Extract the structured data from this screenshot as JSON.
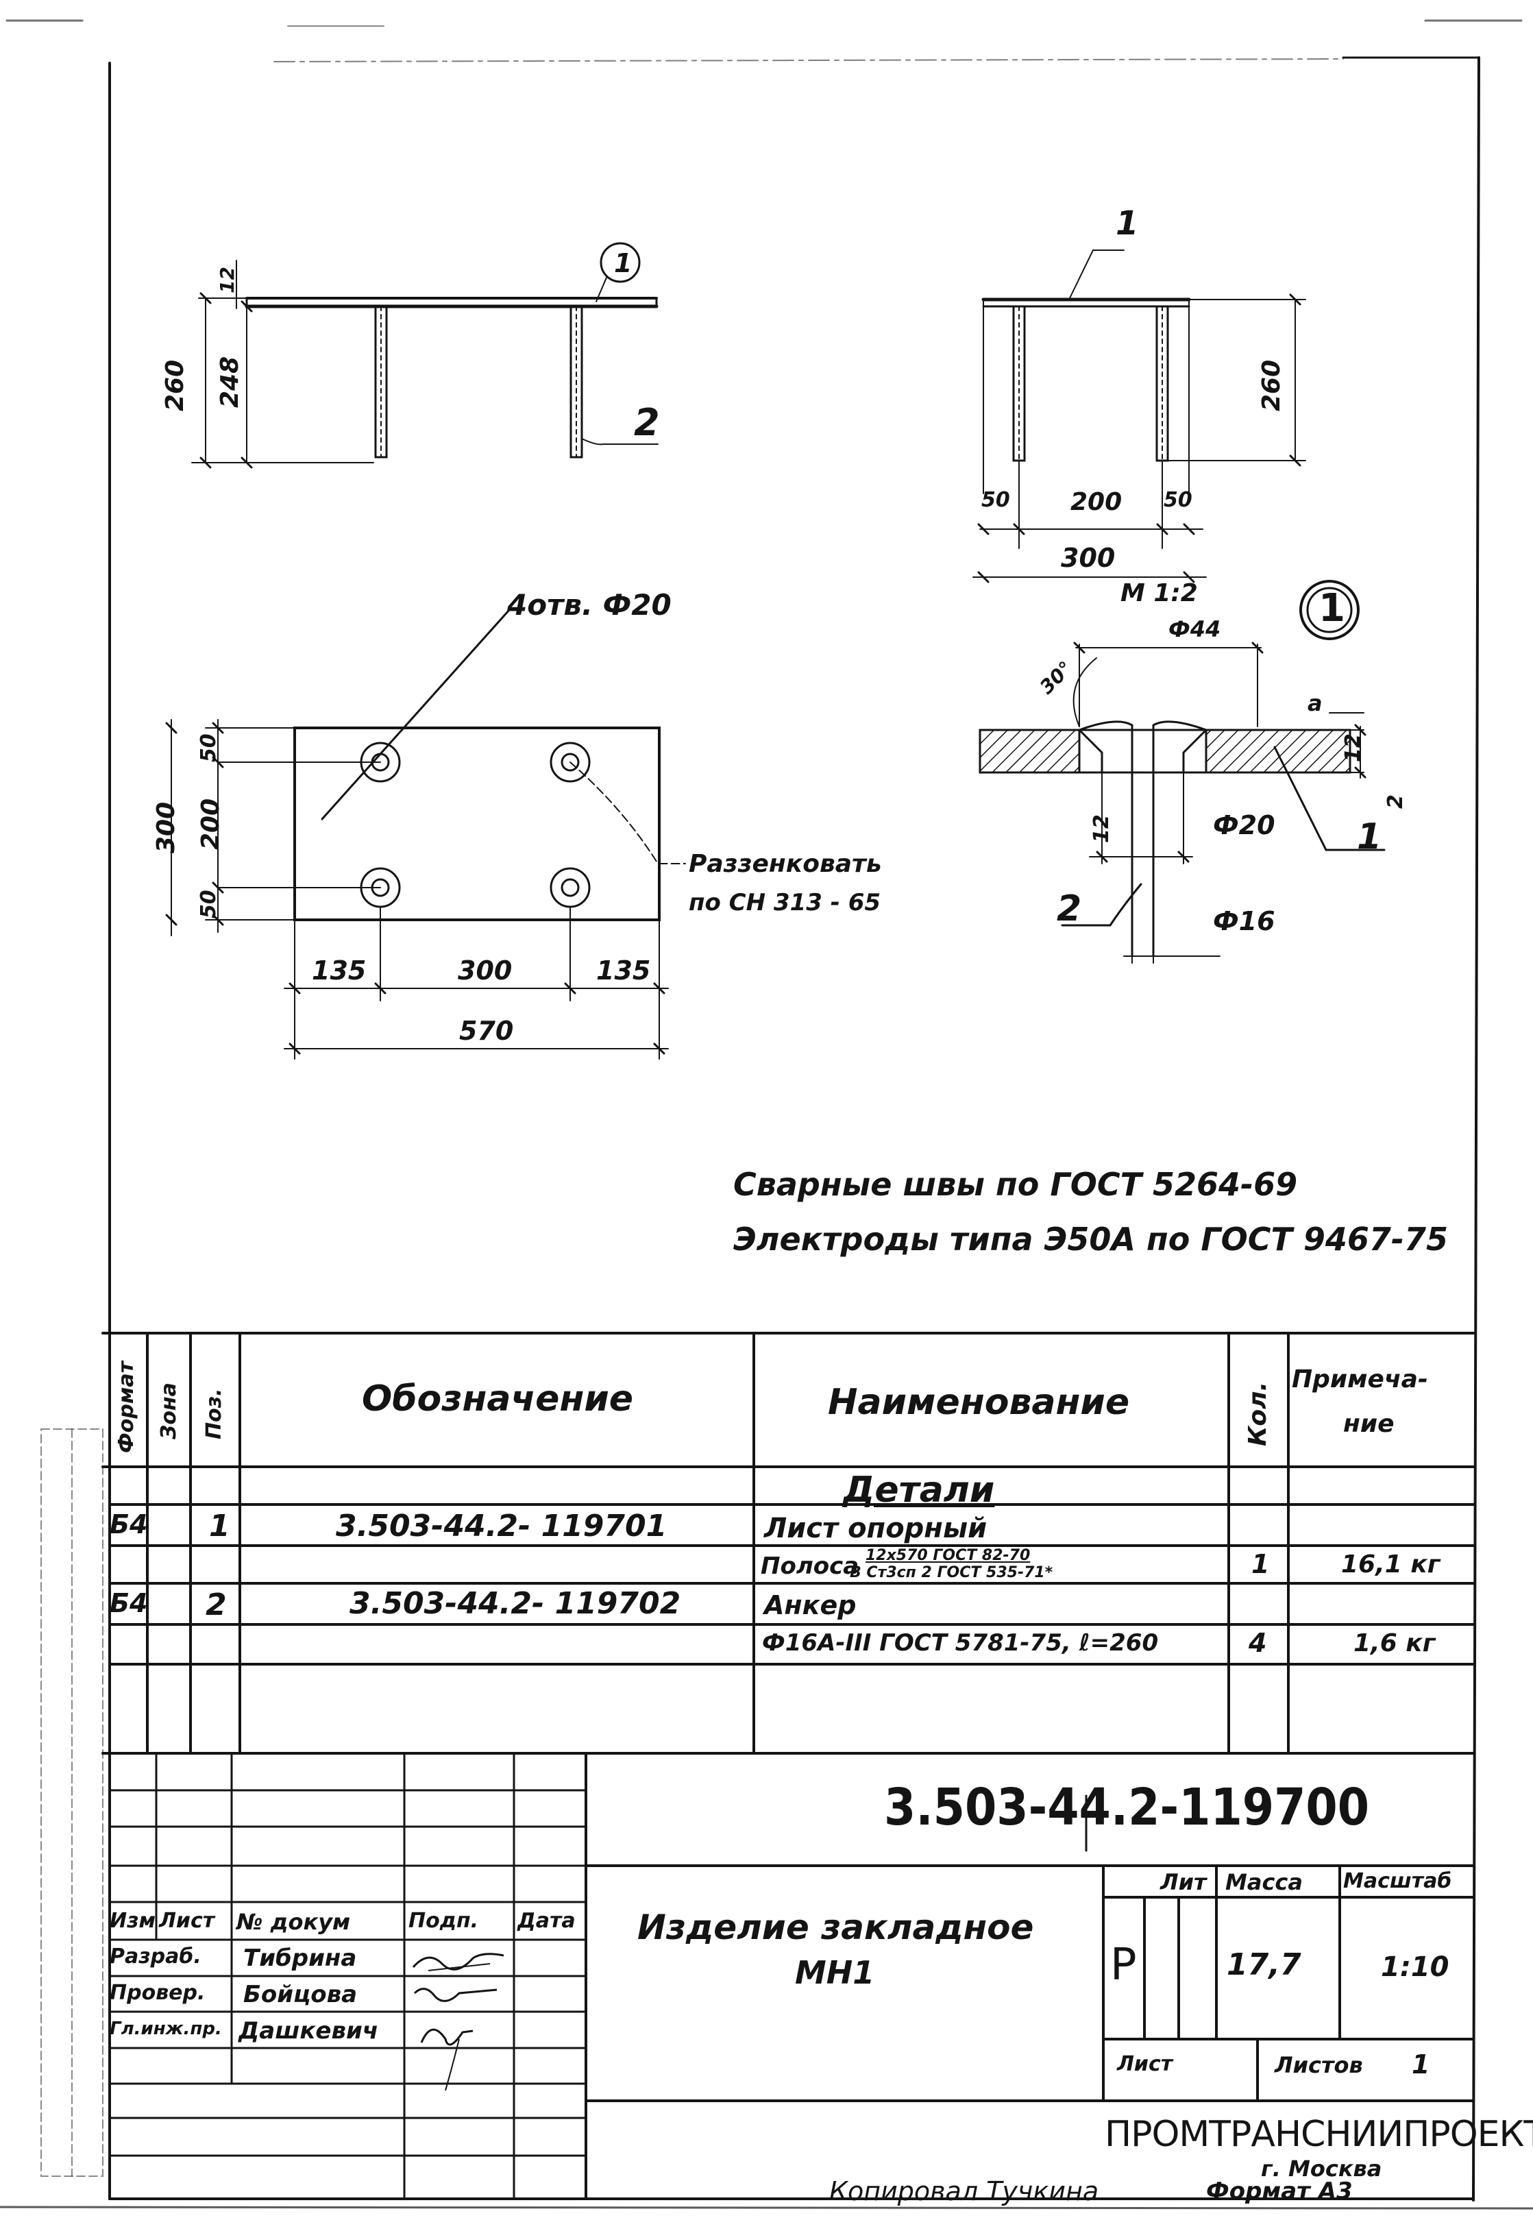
{
  "drawing": {
    "view_top": {
      "callout_detail": "1",
      "pos_anchor": "2",
      "dim_total_height": "260",
      "dim_anchor_length": "248",
      "dim_plate": "12"
    },
    "view_side": {
      "pos_plate": "1",
      "dim_height": "260",
      "dim_left": "50",
      "dim_mid": "200",
      "dim_right": "50",
      "dim_width": "300"
    },
    "view_plan": {
      "holes_label": "4отв. Ф20",
      "countersink_label_1": "Раззенковать",
      "countersink_label_2": "по СН 313 - 65",
      "dim_height": "300",
      "dim_top": "50",
      "dim_mid": "200",
      "dim_bottom": "50",
      "dim_left": "135",
      "dim_center": "300",
      "dim_right": "135",
      "dim_total": "570"
    },
    "detail": {
      "scale": "М 1:2",
      "callout": "1",
      "dim_diam_44": "Ф44",
      "dim_angle": "30°",
      "dim_a": "а",
      "dim_thickness": "12",
      "dim_leg": "2",
      "dim_left_12": "12",
      "dim_hole": "Ф20",
      "dim_bar": "Ф16",
      "pos_plate": "1",
      "pos_anchor": "2"
    },
    "notes": [
      "Сварные швы по ГОСТ 5264-69",
      "Электроды типа Э50А по ГОСТ 9467-75"
    ]
  },
  "spec_table": {
    "headers": {
      "format": "Формат",
      "zone": "Зона",
      "pos": "Поз.",
      "designation": "Обозначение",
      "name": "Наименование",
      "qty": "Кол.",
      "note_1": "Примеча-",
      "note_2": "ние"
    },
    "section": "Детали",
    "rows": [
      {
        "format": "Б4",
        "pos": "1",
        "designation": "3.503-44.2- 119701",
        "name": "Лист опорный"
      },
      {
        "name": "Полоса",
        "name_top": "12х570 ГОСТ 82-70",
        "name_bottom": "В Ст3сп 2 ГОСТ 535-71*",
        "qty": "1",
        "note": "16,1 кг"
      },
      {
        "format": "Б4",
        "pos": "2",
        "designation": "3.503-44.2- 119702",
        "name": "Анкер"
      },
      {
        "name": "Ф16А-III ГОСТ 5781-75, ℓ=260",
        "qty": "4",
        "note": "1,6 кг"
      }
    ]
  },
  "title_block": {
    "doc_number": "3.503-44.2-119700",
    "item_name_1": "Изделие закладное",
    "item_name_2": "МН1",
    "roles_header": [
      "Изм",
      "Лист",
      "№ докум",
      "Подп.",
      "Дата"
    ],
    "staff": [
      {
        "role": "Разраб.",
        "name": "Тибрина"
      },
      {
        "role": "Провер.",
        "name": "Бойцова"
      },
      {
        "role": "Гл.инж.пр.",
        "name": "Дашкевич"
      }
    ],
    "stage_header": "Лит",
    "mass_header": "Масса",
    "scale_header": "Масштаб",
    "stage": "Р",
    "mass": "17,7",
    "scale": "1:10",
    "sheet_label": "Лист",
    "sheets_label": "Листов",
    "sheets_count": "1",
    "organization": "ПРОМТРАНСНИИПРОЕКТ",
    "city": "г. Москва"
  },
  "footer": {
    "copied": "Копировал Тучкина",
    "format": "Формат А3"
  }
}
